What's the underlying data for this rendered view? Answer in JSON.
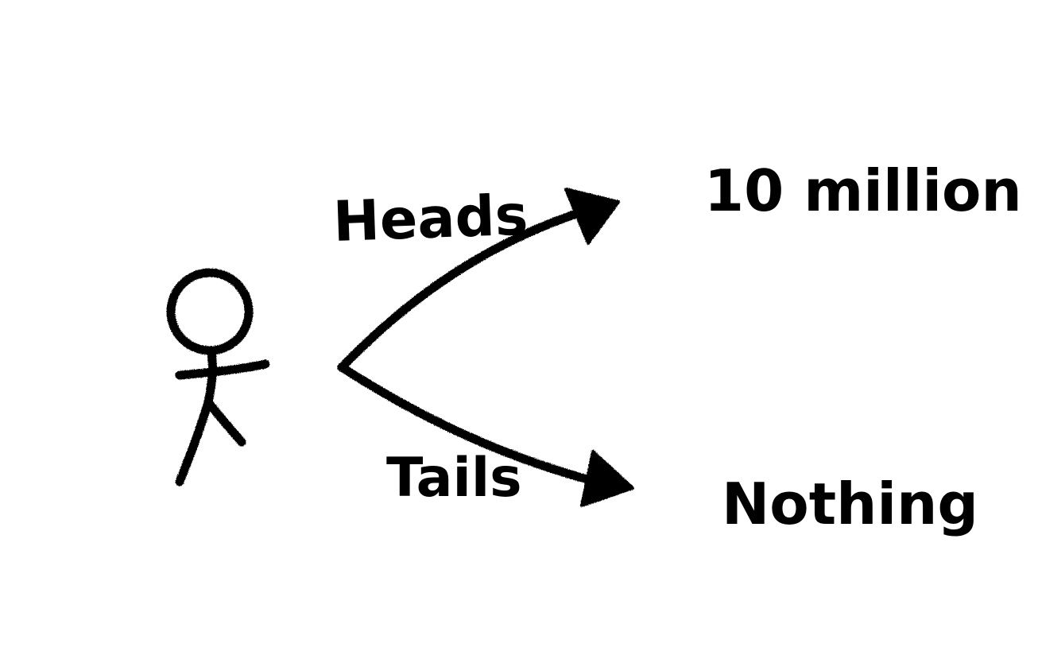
{
  "diagram": {
    "branches": [
      {
        "label": "Heads",
        "outcome": "10 million"
      },
      {
        "label": "Tails",
        "outcome": "Nothing"
      }
    ],
    "ink_color": "#000000",
    "background_color": "#ffffff",
    "figure": "stick-figure"
  }
}
